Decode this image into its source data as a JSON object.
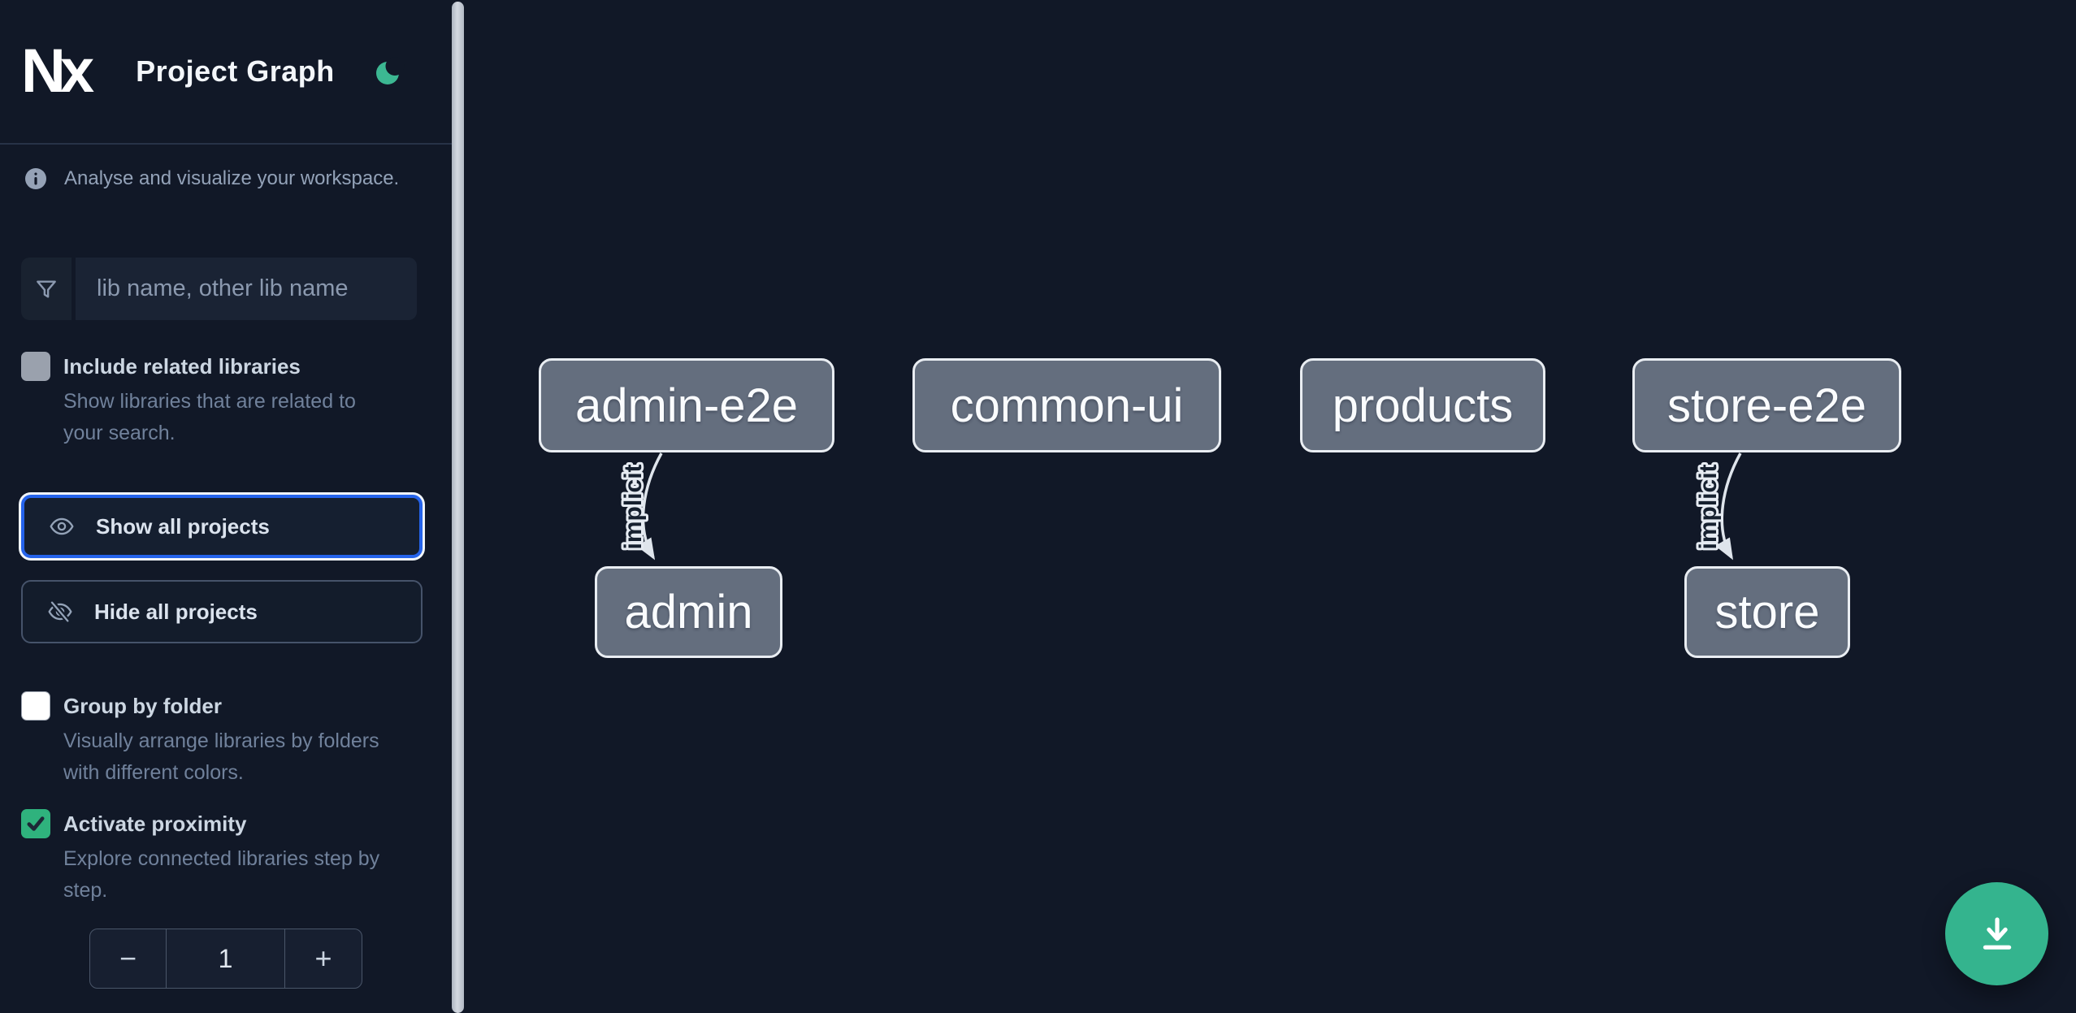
{
  "header": {
    "logo_text": "Nx",
    "title": "Project Graph"
  },
  "tagline": {
    "text": "Analyse and visualize your workspace."
  },
  "search": {
    "placeholder": "lib name, other lib name"
  },
  "controls": {
    "include_related": {
      "label": "Include related libraries",
      "description": "Show libraries that are related to your search.",
      "checked": false
    },
    "show_all": {
      "label": "Show all projects",
      "focused": true
    },
    "hide_all": {
      "label": "Hide all projects"
    },
    "group_by_folder": {
      "label": "Group by folder",
      "description": "Visually arrange libraries by folders with different colors.",
      "checked": false
    },
    "activate_proximity": {
      "label": "Activate proximity",
      "description": "Explore connected libraries step by step.",
      "checked": true
    },
    "proximity_stepper": {
      "decrement_label": "−",
      "value": "1",
      "increment_label": "+"
    }
  },
  "graph": {
    "nodes": [
      {
        "label": "admin-e2e"
      },
      {
        "label": "common-ui"
      },
      {
        "label": "products"
      },
      {
        "label": "store-e2e"
      },
      {
        "label": "admin"
      },
      {
        "label": "store"
      }
    ],
    "edges": [
      {
        "from": "admin-e2e",
        "to": "admin",
        "label": "implicit"
      },
      {
        "from": "store-e2e",
        "to": "store",
        "label": "implicit"
      }
    ]
  },
  "fab": {
    "action": "download"
  },
  "colors": {
    "background": "#111827",
    "node_fill": "#646e7e",
    "node_border": "#e9edf2",
    "edge_color": "#dfe5ec",
    "accent_green": "#34b48e",
    "checkbox_green": "#2fb27d",
    "moon_green": "#3cb792",
    "focus_blue": "#2563eb",
    "scrollbar_color": "#c5cbd5"
  }
}
